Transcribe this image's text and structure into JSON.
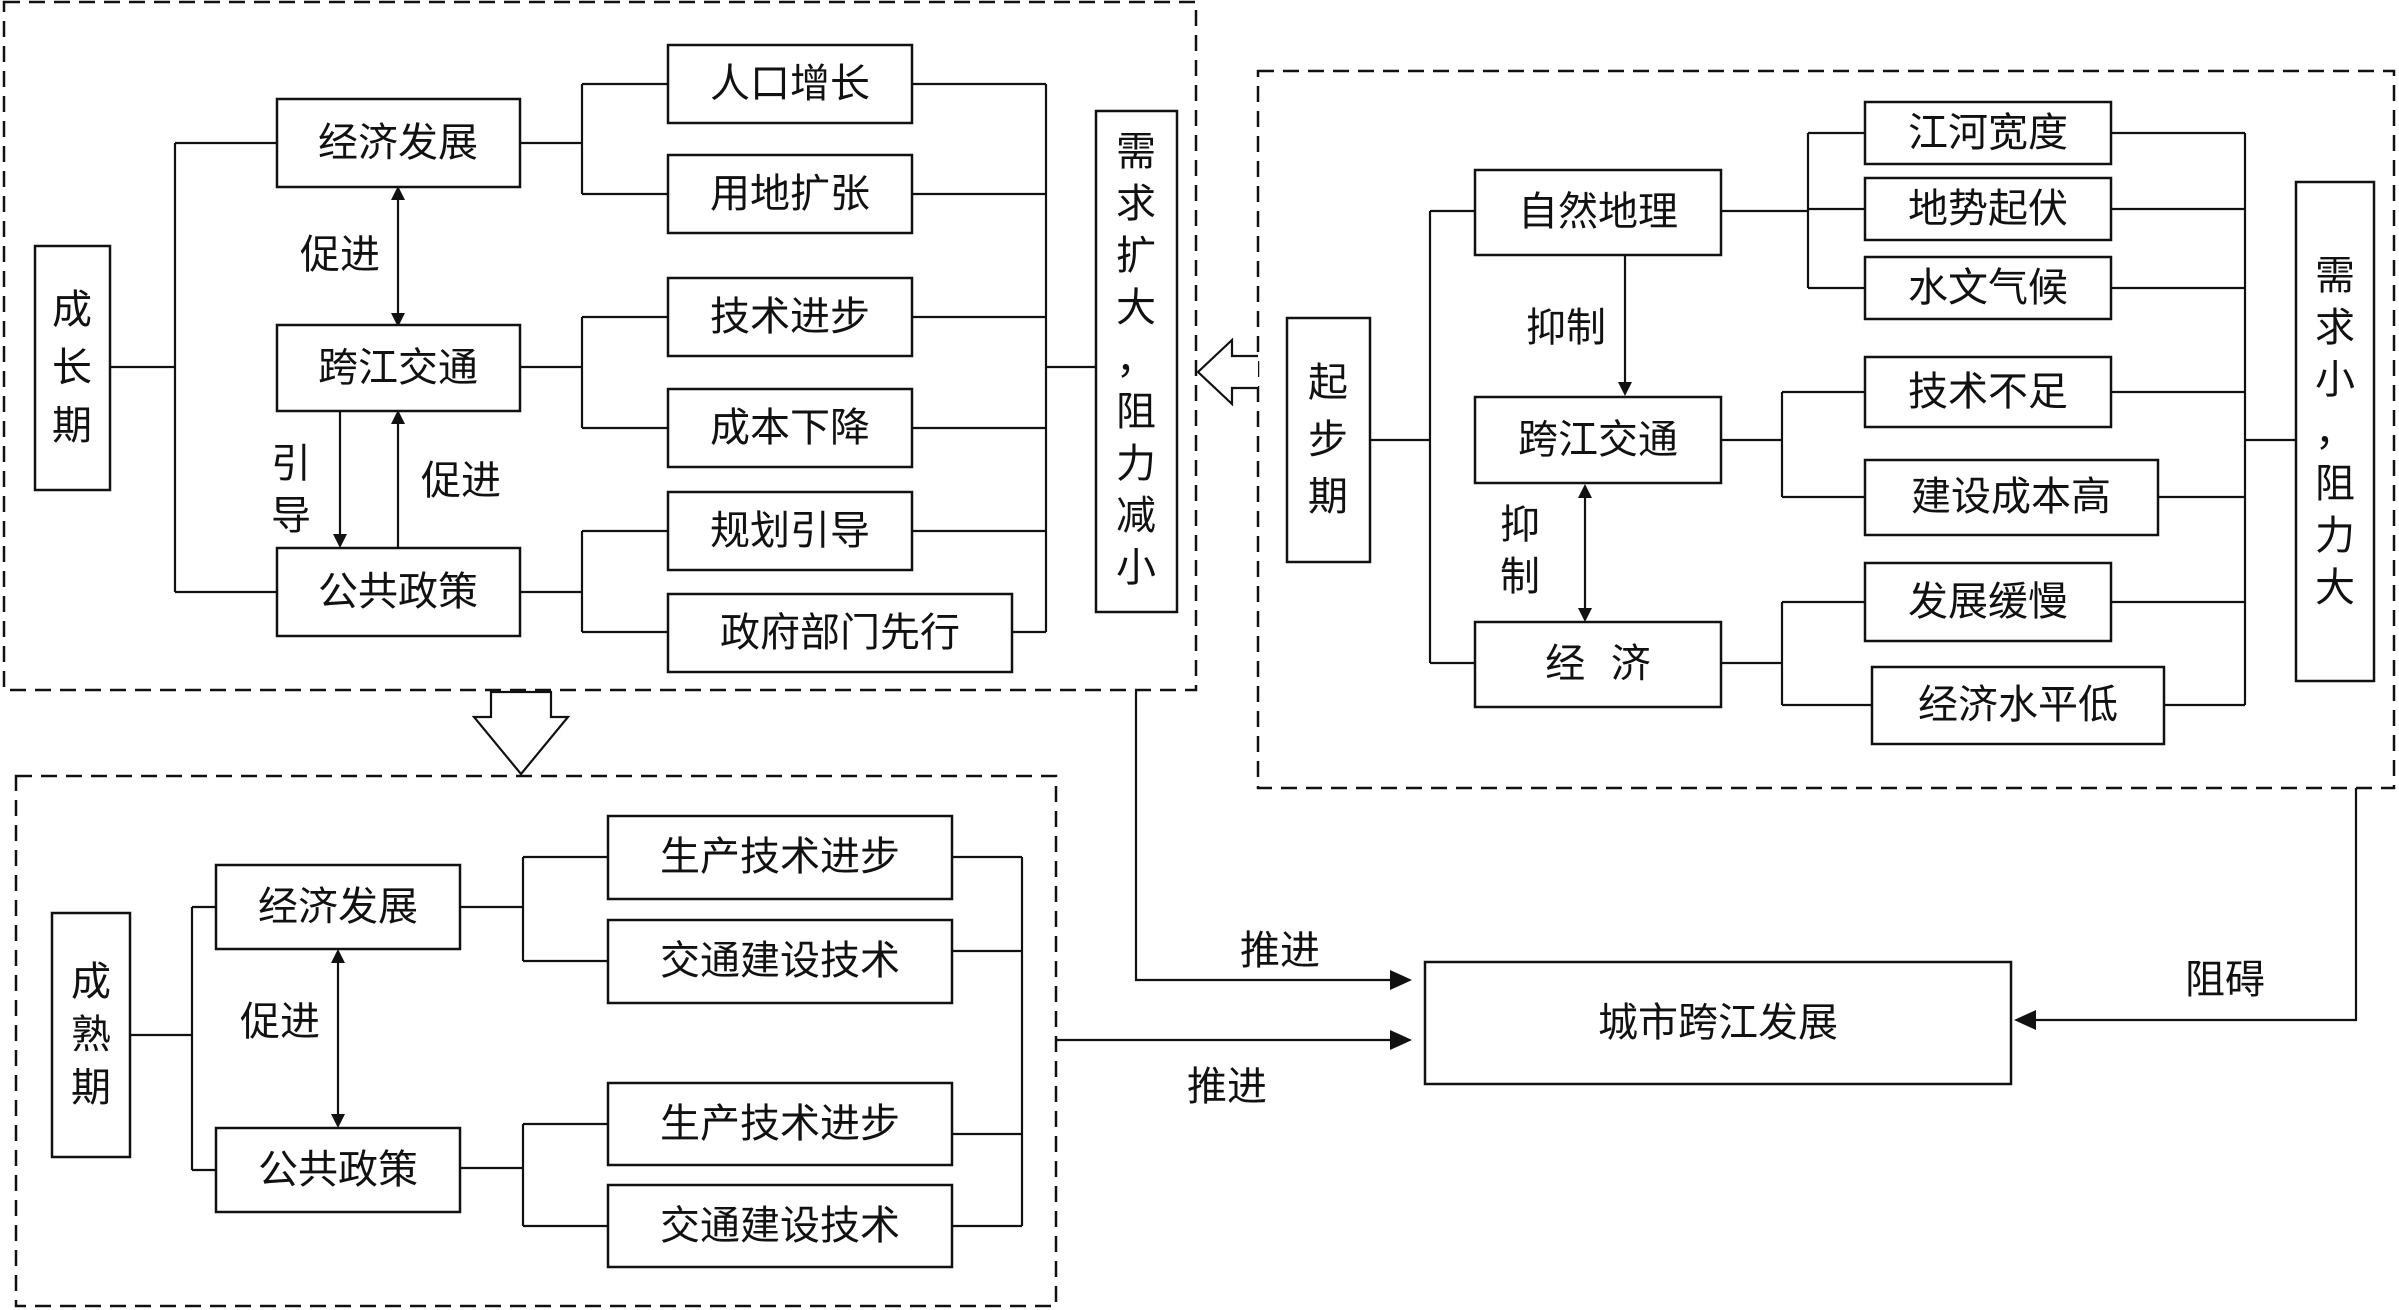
{
  "growth": {
    "stage": "成长期",
    "economy": "经济发展",
    "transport": "跨江交通",
    "policy": "公共政策",
    "factors": [
      "人口增长",
      "用地扩张",
      "技术进步",
      "成本下降",
      "规划引导",
      "政府部门先行"
    ],
    "result": "需求扩大，阻力减小",
    "promote_1": "促进",
    "guide": "引导",
    "promote_2": "促进"
  },
  "start": {
    "stage": "起步期",
    "geography": "自然地理",
    "transport": "跨江交通",
    "economy": "经  济",
    "factors": [
      "江河宽度",
      "地势起伏",
      "水文气候",
      "技术不足",
      "建设成本高",
      "发展缓慢",
      "经济水平低"
    ],
    "result": "需求小，阻力大",
    "restrain_1": "抑制",
    "restrain_2": "抑制"
  },
  "mature": {
    "stage": "成熟期",
    "economy": "经济发展",
    "policy": "公共政策",
    "factors": [
      "生产技术进步",
      "交通建设技术",
      "生产技术进步",
      "交通建设技术"
    ],
    "promote": "促进"
  },
  "target": "城市跨江发展",
  "labels": {
    "push_1": "推进",
    "push_2": "推进",
    "hinder": "阻碍"
  }
}
